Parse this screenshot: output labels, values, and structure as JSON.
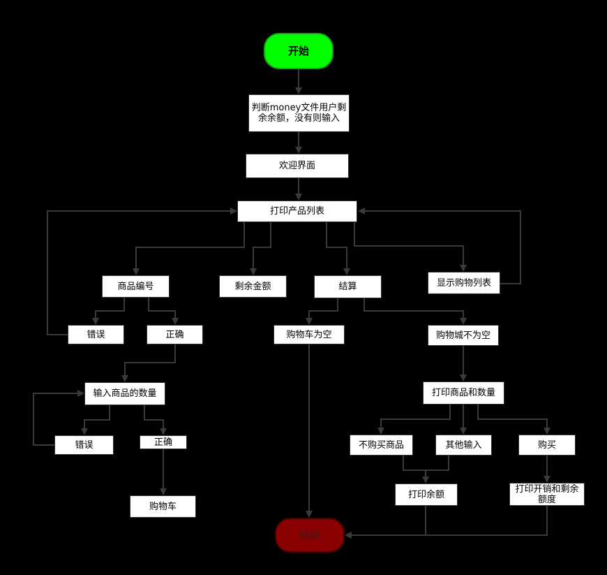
{
  "nodes": {
    "start": "开始",
    "check_money": "判断money文件用户剩余余额，没有则输入",
    "welcome": "欢迎界面",
    "print_products": "打印产品列表",
    "product_no": "商品编号",
    "balance": "剩余金额",
    "checkout": "结算",
    "show_cart": "显示购物列表",
    "error1": "错误",
    "correct1": "正确",
    "cart_empty": "购物车为空",
    "cart_not_empty": "购物城不为空",
    "input_qty": "输入商品的数量",
    "print_goods_qty": "打印商品和数量",
    "error2": "错误",
    "correct2": "正确",
    "no_buy": "不购买商品",
    "other_input": "其他输入",
    "buy": "购买",
    "cart": "购物车",
    "print_balance": "打印余额",
    "print_cost": "打印开销和剩余额度",
    "end": "结束"
  },
  "colors": {
    "start_fill": "#00ff00",
    "end_fill": "#8b0000",
    "line": "#3a3a3a"
  }
}
